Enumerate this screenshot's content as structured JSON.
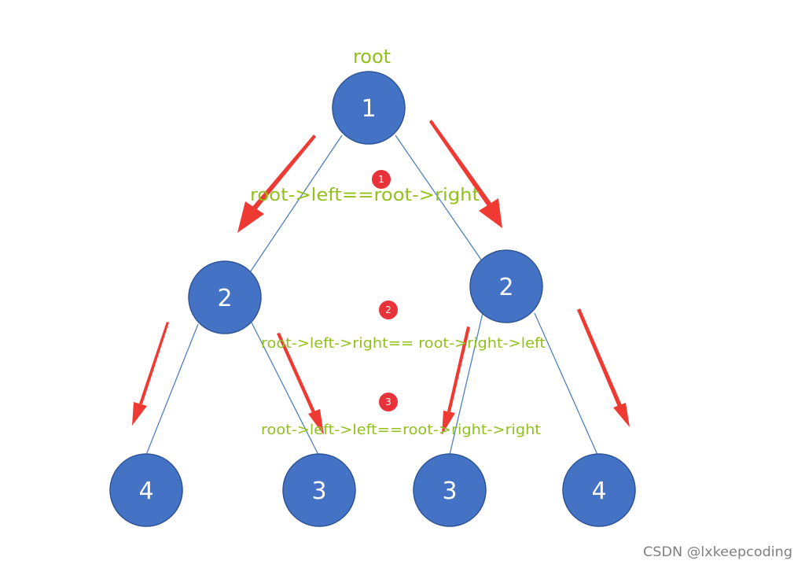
{
  "diagram": {
    "root_label": "root",
    "nodes": [
      {
        "id": "n1",
        "value": "1"
      },
      {
        "id": "n2a",
        "value": "2"
      },
      {
        "id": "n2b",
        "value": "2"
      },
      {
        "id": "n4a",
        "value": "4"
      },
      {
        "id": "n3a",
        "value": "3"
      },
      {
        "id": "n3b",
        "value": "3"
      },
      {
        "id": "n4b",
        "value": "4"
      }
    ],
    "edges": [
      {
        "from": "n1",
        "to": "n2a"
      },
      {
        "from": "n1",
        "to": "n2b"
      },
      {
        "from": "n2a",
        "to": "n4a"
      },
      {
        "from": "n2a",
        "to": "n3a"
      },
      {
        "from": "n2b",
        "to": "n3b"
      },
      {
        "from": "n2b",
        "to": "n4b"
      }
    ],
    "steps": [
      {
        "badge": "1",
        "condition": "root->left==root->right"
      },
      {
        "badge": "2",
        "condition": "root->left->right== root->right->left"
      },
      {
        "badge": "3",
        "condition": "root->left->left==root->right->right"
      }
    ],
    "colors": {
      "node_fill": "#4472c4",
      "edge": "#4f81bd",
      "label_green": "#92c01c",
      "arrow_red": "#ee3a33",
      "badge_red": "#e8333a"
    }
  },
  "watermark": "CSDN @lxkeepcoding"
}
